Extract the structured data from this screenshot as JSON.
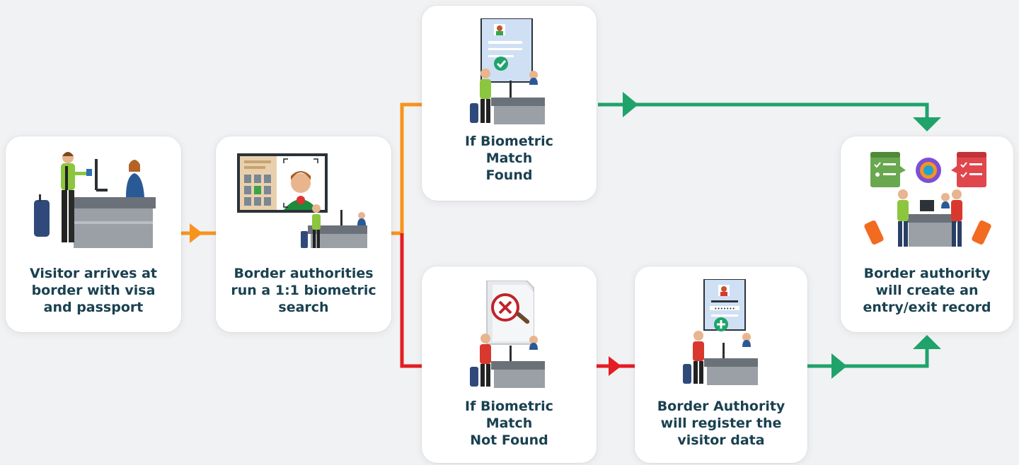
{
  "steps": {
    "arrival": {
      "label": "Visitor arrives at\nborder with visa\nand passport"
    },
    "search": {
      "label": "Border authorities\nrun a 1:1 biometric\nsearch"
    },
    "match_found": {
      "label": "If Biometric\nMatch\nFound"
    },
    "match_not_found": {
      "label": "If Biometric\nMatch\nNot  Found"
    },
    "register": {
      "label": "Border Authority\nwill register the\nvisitor data"
    },
    "record": {
      "label": "Border authority\nwill create an\nentry/exit record"
    }
  },
  "colors": {
    "text": "#1a4150",
    "orange": "#f7941d",
    "red": "#e31e24",
    "green": "#1fa36b",
    "card": "#ffffff",
    "background": "#f1f2f4"
  },
  "icons": {
    "arrival": "visitor-with-passport-at-desk-icon",
    "search": "face-recognition-screen-icon",
    "match_found": "matched-profile-checkmark-icon",
    "match_not_found": "document-x-magnifier-icon",
    "register": "profile-plus-registration-icon",
    "record": "entry-exit-record-travelers-icon"
  }
}
